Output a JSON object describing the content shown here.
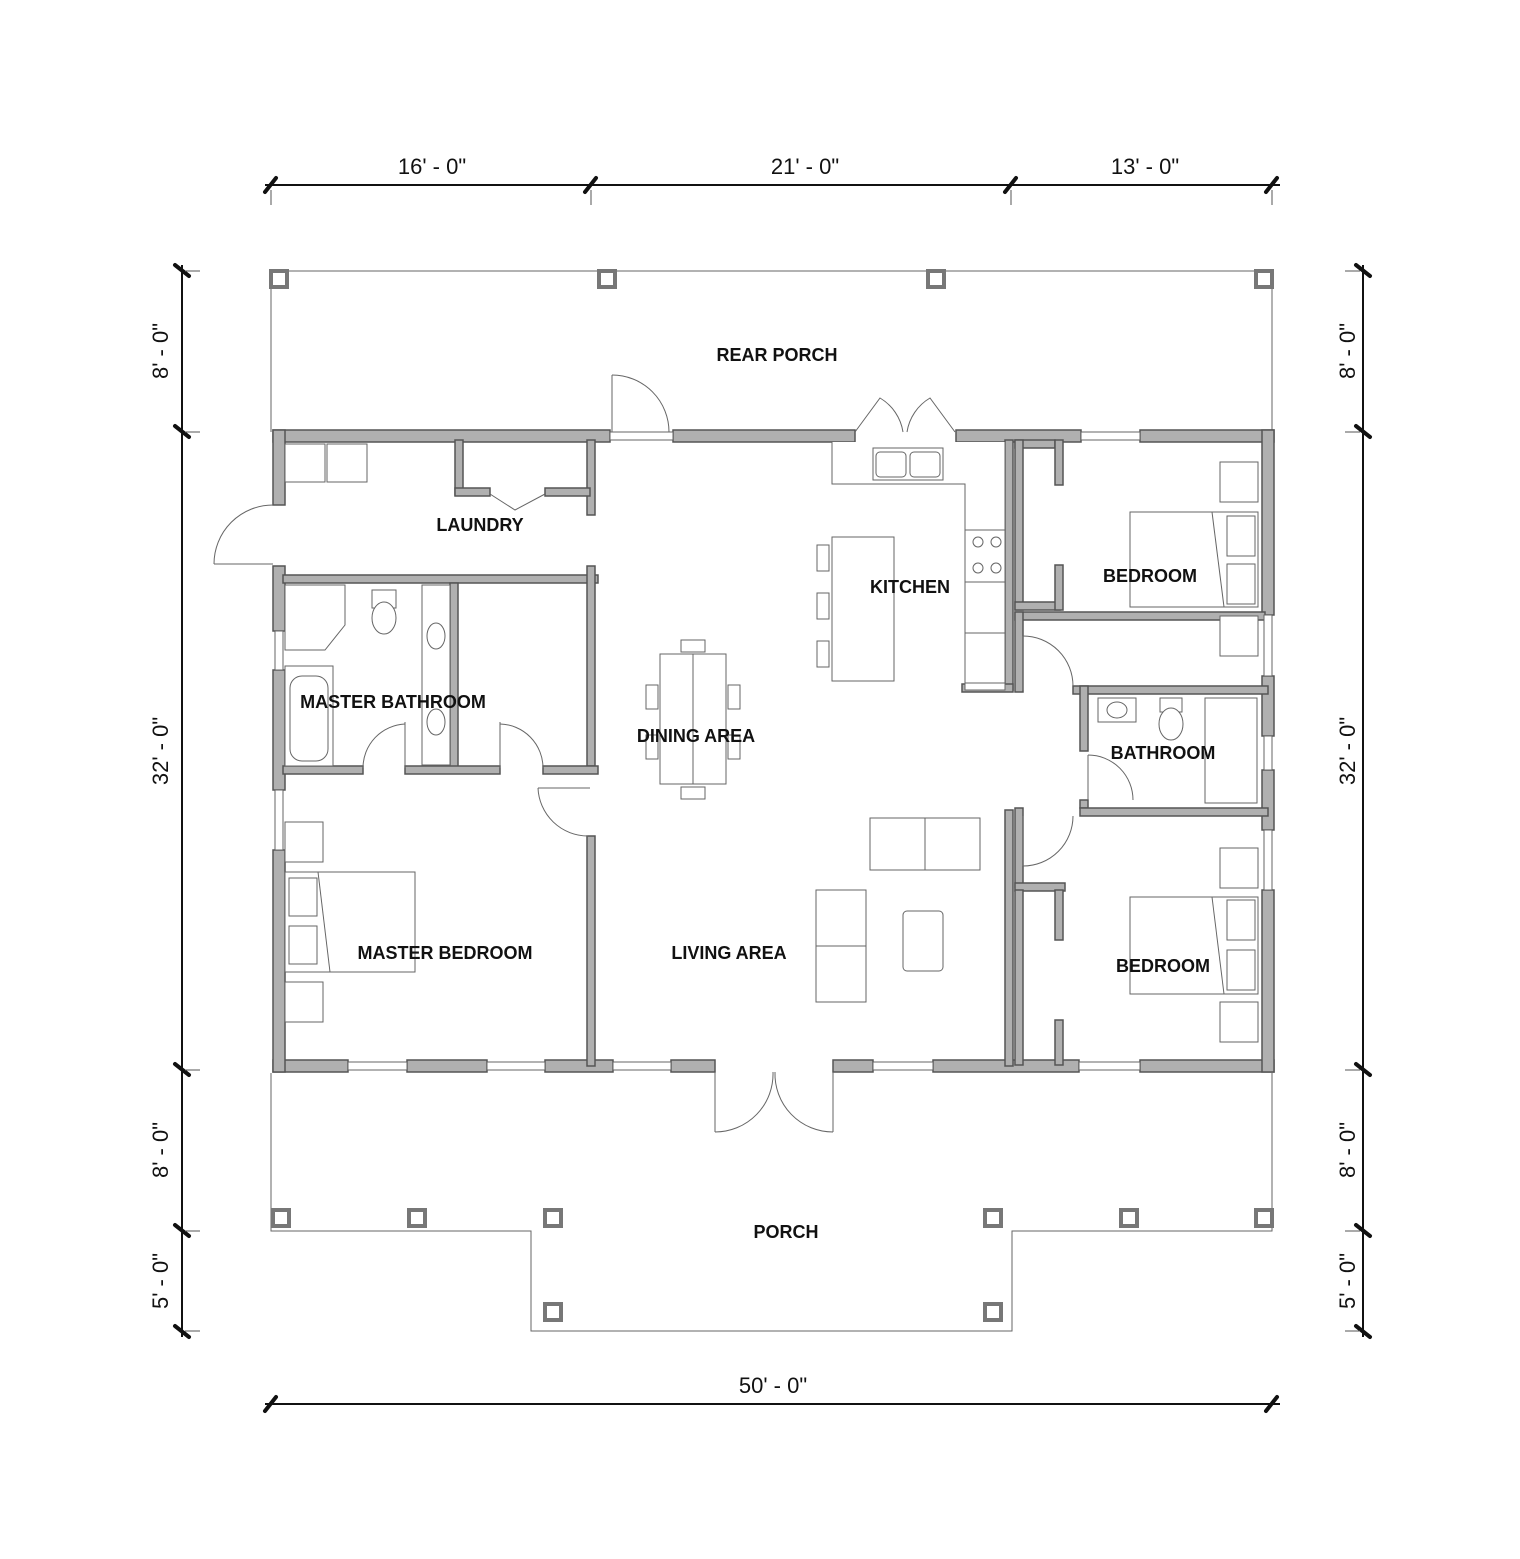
{
  "dimensions": {
    "top": [
      "16' - 0\"",
      "21' - 0\"",
      "13' - 0\""
    ],
    "bottom": "50' - 0\"",
    "left": [
      "8' - 0\"",
      "32' - 0\"",
      "8' - 0\"",
      "5' - 0\""
    ],
    "right": [
      "8' - 0\"",
      "32' - 0\"",
      "8' - 0\"",
      "5' - 0\""
    ]
  },
  "rooms": {
    "rear_porch": "REAR PORCH",
    "laundry": "LAUNDRY",
    "kitchen": "KITCHEN",
    "bedroom_ne": "BEDROOM",
    "master_bathroom": "MASTER BATHROOM",
    "dining_area": "DINING AREA",
    "bathroom": "BATHROOM",
    "master_bedroom": "MASTER BEDROOM",
    "living_area": "LIVING AREA",
    "bedroom_se": "BEDROOM",
    "porch": "PORCH"
  }
}
